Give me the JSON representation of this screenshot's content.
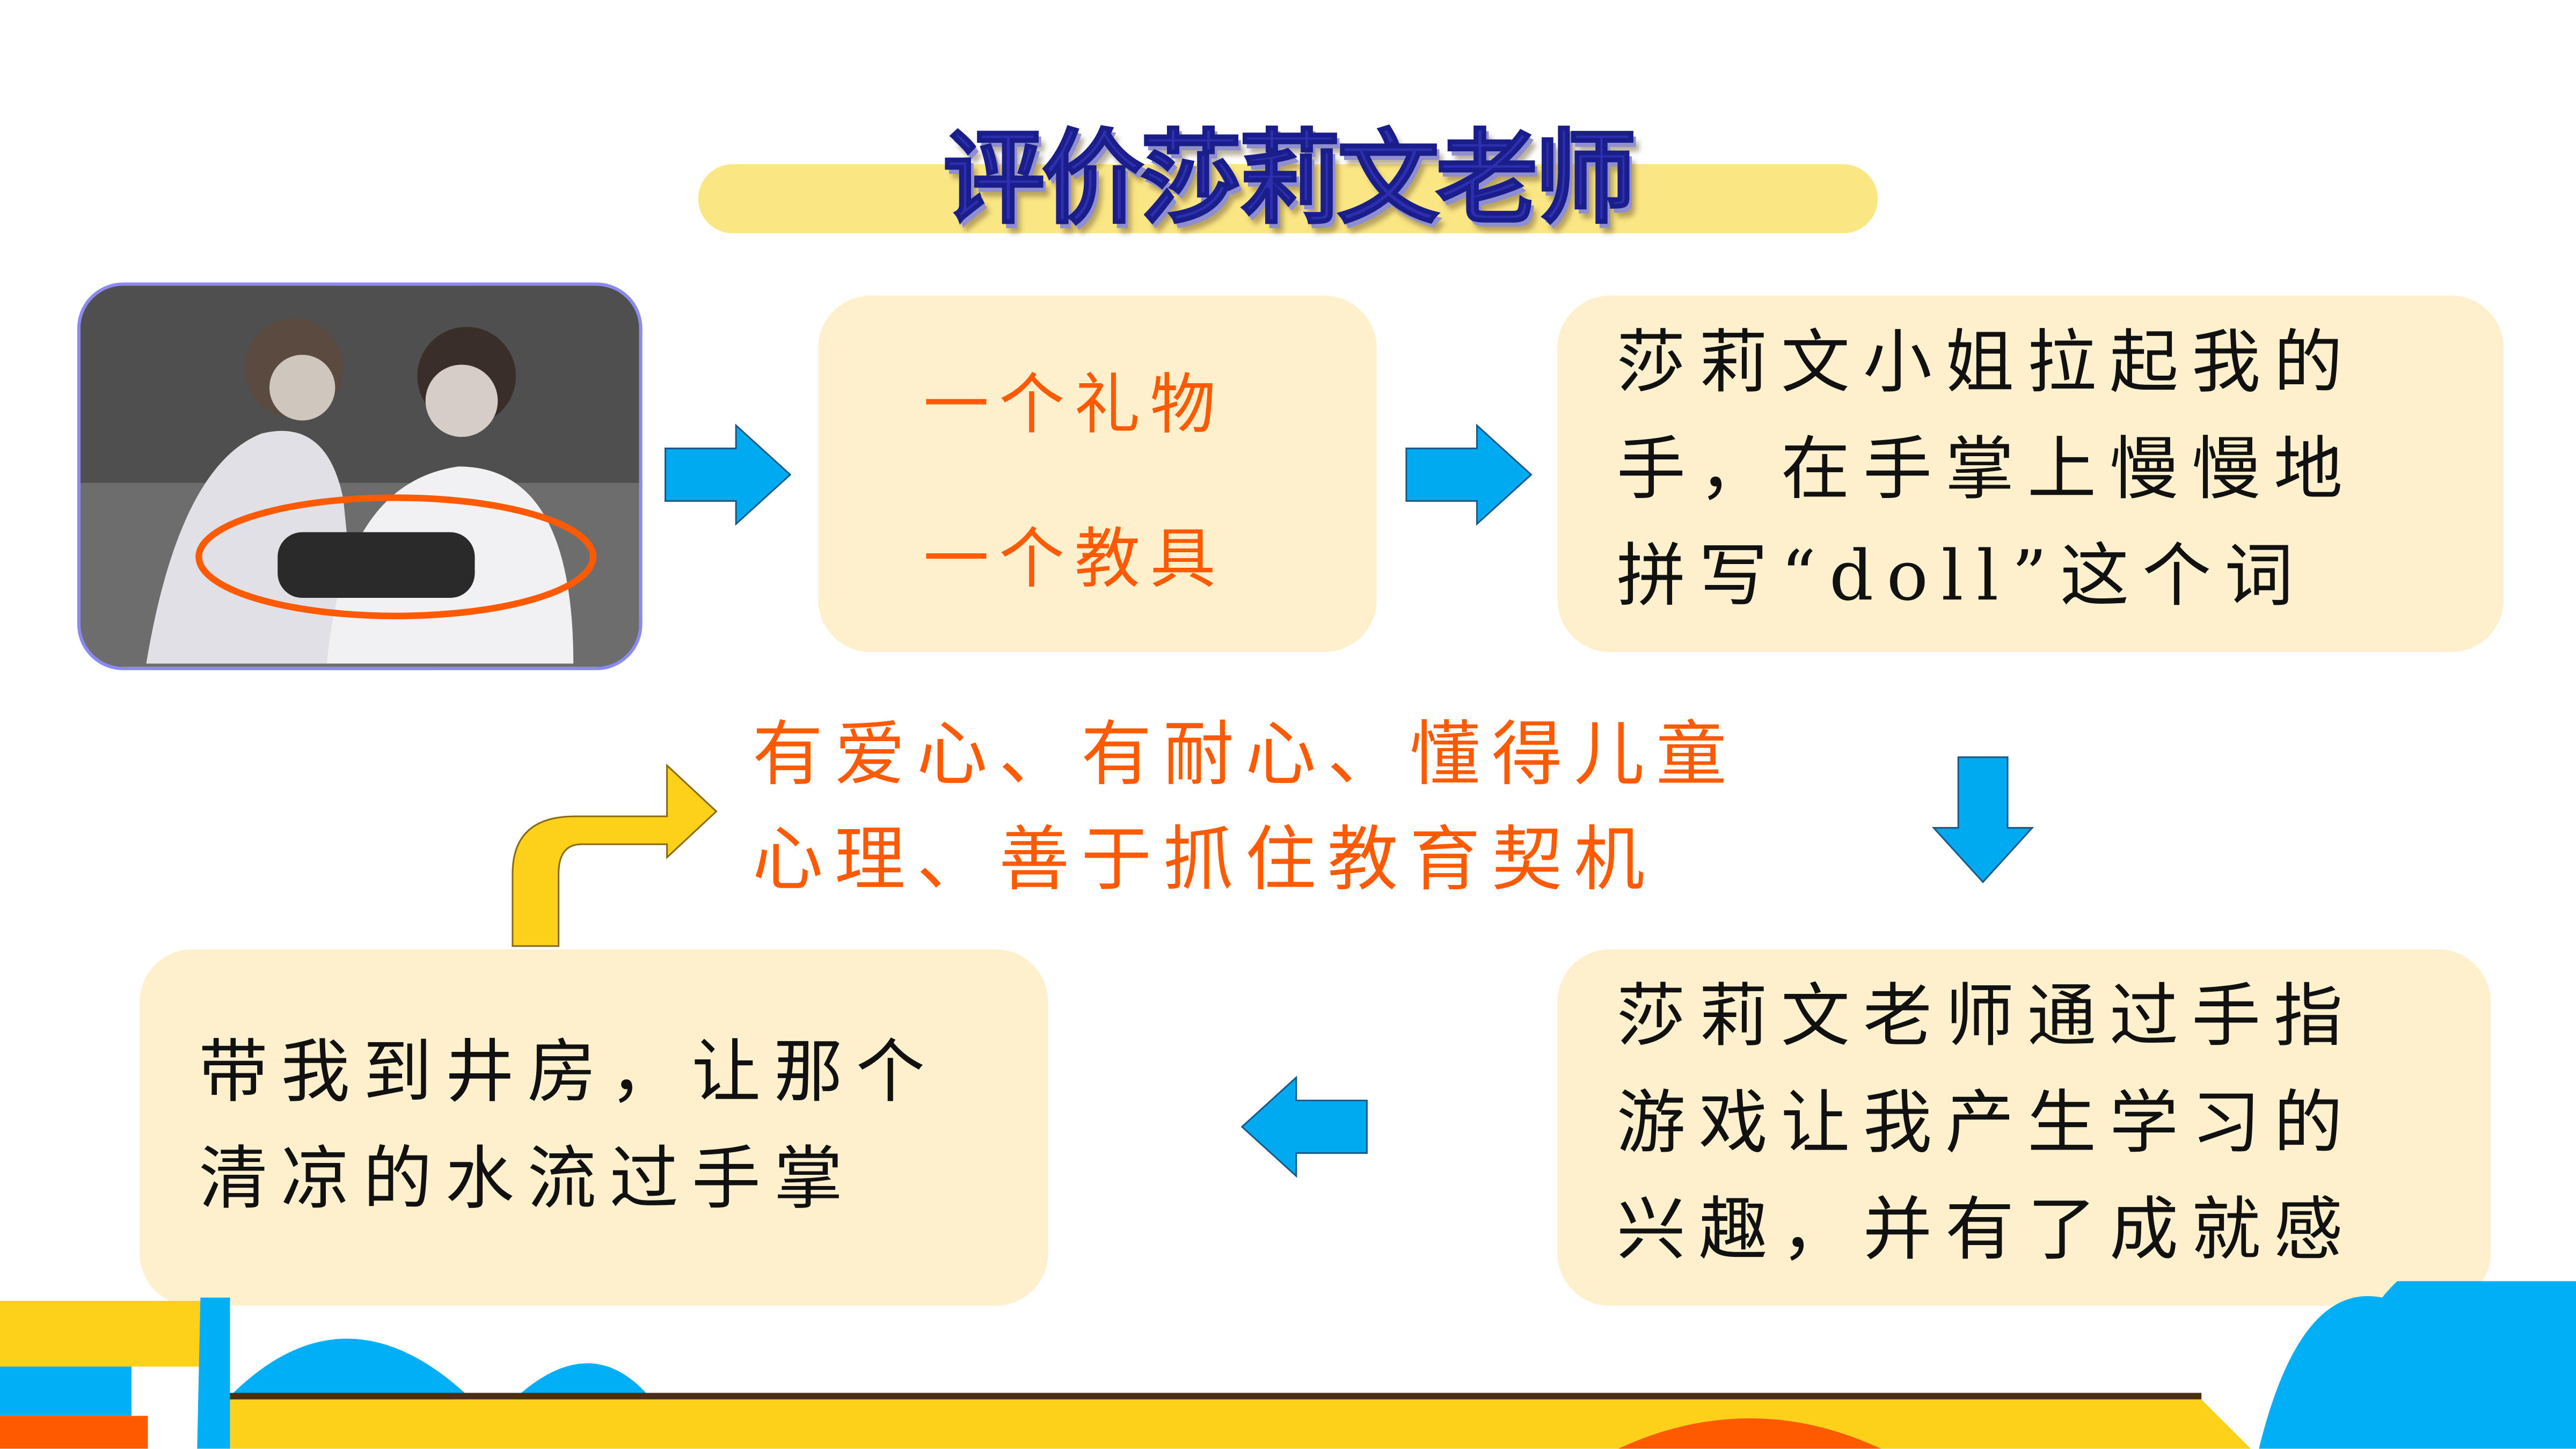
{
  "title": "评价莎莉文老师",
  "photo": {
    "alt": "photo-of-helen-keller-and-anne-sullivan-with-doll"
  },
  "box_gift": {
    "line1": "一个礼物",
    "line2": "一个教具"
  },
  "box_spell": {
    "line1": "莎莉文小姐拉起我的",
    "line2": "手，在手掌上慢慢地",
    "line3": "拼写“doll”这个词"
  },
  "evaluation": {
    "line1": "有爱心、有耐心、懂得儿童",
    "line2": "心理、善于抓住教育契机"
  },
  "box_game": {
    "line1": "莎莉文老师通过手指",
    "line2": "游戏让我产生学习的",
    "line3": "兴趣，并有了成就感"
  },
  "box_well": {
    "line1": "带我到井房，让那个",
    "line2": "清凉的水流过手掌"
  },
  "colors": {
    "arrow_blue": "#00aaf0",
    "arrow_yellow": "#fdd01a",
    "orange": "#ff5a00",
    "box_bg": "#fef0cc",
    "title_blue": "#2b2fb0"
  }
}
